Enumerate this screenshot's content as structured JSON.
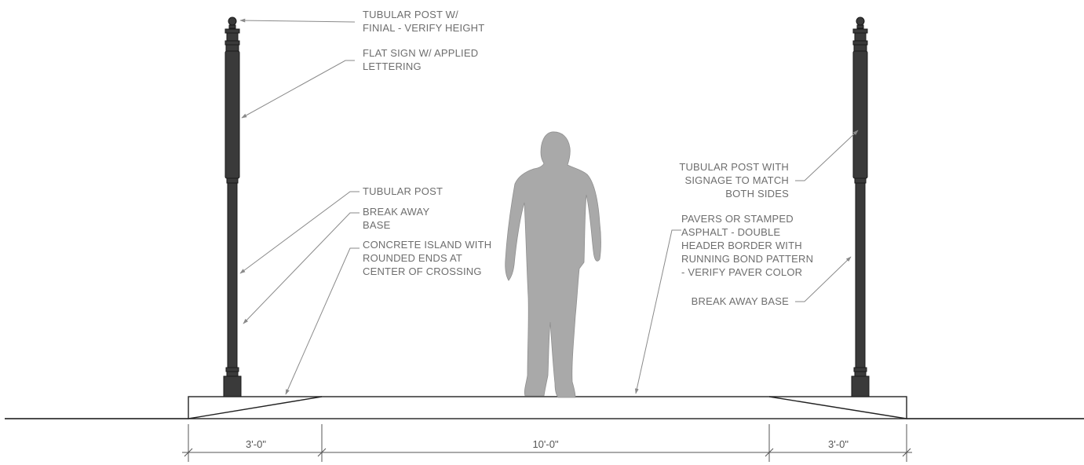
{
  "notes": {
    "tubular_post_finial": [
      "TUBULAR POST W/",
      "FINIAL - VERIFY HEIGHT"
    ],
    "flat_sign": [
      "FLAT SIGN W/ APPLIED",
      "LETTERING"
    ],
    "tubular_post": [
      "TUBULAR POST"
    ],
    "break_away_base_left": [
      "BREAK AWAY",
      "BASE"
    ],
    "concrete_island": [
      "CONCRETE ISLAND WITH",
      "ROUNDED ENDS AT",
      "CENTER OF CROSSING"
    ],
    "tubular_post_signage": [
      "TUBULAR POST WITH",
      "SIGNAGE TO MATCH",
      "BOTH SIDES"
    ],
    "pavers": [
      "PAVERS OR STAMPED",
      "ASPHALT - DOUBLE",
      "HEADER BORDER WITH",
      "RUNNING BOND PATTERN",
      "- VERIFY PAVER COLOR"
    ],
    "break_away_base_right": [
      "BREAK AWAY BASE"
    ]
  },
  "dimensions": {
    "left": "3'-0\"",
    "center": "10'-0\"",
    "right": "3'-0\""
  },
  "colors": {
    "post": "#3a3a3a",
    "post_outline": "#1a1a1a",
    "figure": "#a9a9a9",
    "leader": "#8a8a8a",
    "text": "#6e6e6e",
    "ground": "#111111"
  }
}
